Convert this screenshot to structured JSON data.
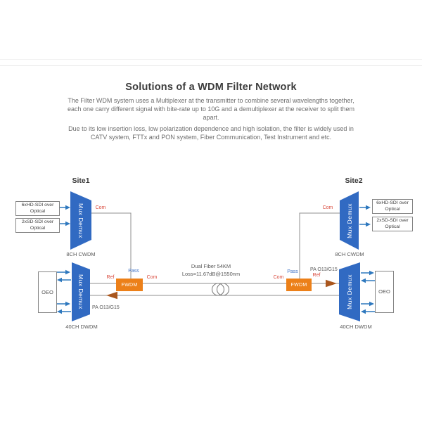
{
  "header": {
    "title": "Solutions of a WDM Filter Network",
    "paragraph1": "The Filter WDM system uses a Multiplexer at the transmitter to combine several wavelengths together, each one carry different signal with bite-rate up to 10G and a demultiplexer at the receiver to split them apart.",
    "paragraph2": "Due to its low insertion loss, low polarization dependence and high isolation, the filter is widely used in CATV system, FTTx and PON system, Fiber Communication, Test Instrument and etc."
  },
  "diagram": {
    "site1": {
      "title": "Site1"
    },
    "site2": {
      "title": "Site2"
    },
    "labels": {
      "mux_demux": "Mux Demux",
      "cwdm": "8CH CWDM",
      "dwdm": "40CH DWDM",
      "oeo": "OEO",
      "fwdm": "FWDM",
      "com": "Com",
      "ref": "Ref",
      "pass": "Pass",
      "pa": "PA O13/G15",
      "hd_sdi": "6xHD-SDI over Optical",
      "sd_sdi": "2xSD-SDI over Optical",
      "fiber_line1": "Dual Fiber 54KM",
      "fiber_line2": "Loss=11.67dB@1550nm"
    },
    "colors": {
      "mux_blue": "#316ac2",
      "arrow_blue": "#2e78be",
      "fwdm_orange": "#ec8019",
      "label_red": "#d9483b",
      "label_blue": "#3b70c5",
      "line_gray": "#8f8f8f",
      "arrow_brown": "#a9561d"
    }
  }
}
